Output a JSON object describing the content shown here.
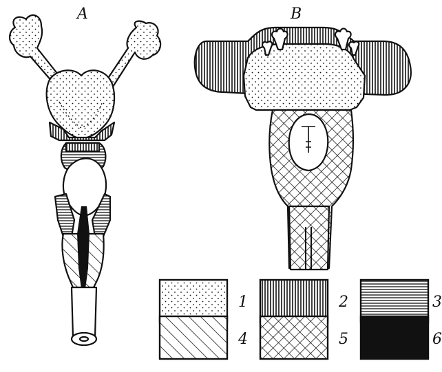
{
  "panels": {
    "a_label": "A",
    "b_label": "B"
  },
  "legend": {
    "items": [
      {
        "number": "1",
        "pattern": "dots"
      },
      {
        "number": "2",
        "pattern": "vertical-lines"
      },
      {
        "number": "3",
        "pattern": "horizontal-lines"
      },
      {
        "number": "4",
        "pattern": "diagonal-lines"
      },
      {
        "number": "5",
        "pattern": "crosshatch"
      },
      {
        "number": "6",
        "pattern": "solid-black"
      }
    ]
  },
  "colors": {
    "ink": "#111111",
    "paper": "#ffffff"
  }
}
